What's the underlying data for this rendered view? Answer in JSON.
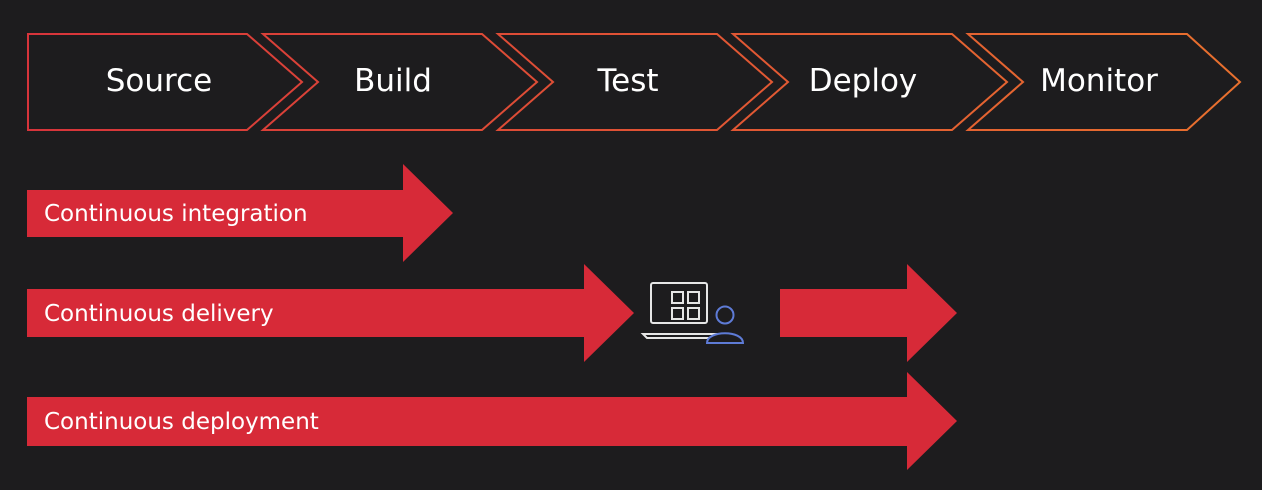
{
  "pipeline": {
    "stages": [
      {
        "label": "Source"
      },
      {
        "label": "Build"
      },
      {
        "label": "Test"
      },
      {
        "label": "Deploy"
      },
      {
        "label": "Monitor"
      }
    ]
  },
  "practices": [
    {
      "label": "Continuous integration",
      "span_stages": "Source–Build"
    },
    {
      "label": "Continuous delivery",
      "span_stages": "Source–Deploy",
      "manual_approval": true
    },
    {
      "label": "Continuous deployment",
      "span_stages": "Source–Deploy"
    }
  ],
  "icons": {
    "approval": "manual-approval-icon"
  },
  "colors": {
    "background": "#1d1c1e",
    "arrow_fill": "#d72a38",
    "stage_gradient_start": "#d7343b",
    "stage_gradient_end": "#e8702e",
    "approval_window": "#e6e6e6",
    "approval_user": "#5e7bd6"
  }
}
